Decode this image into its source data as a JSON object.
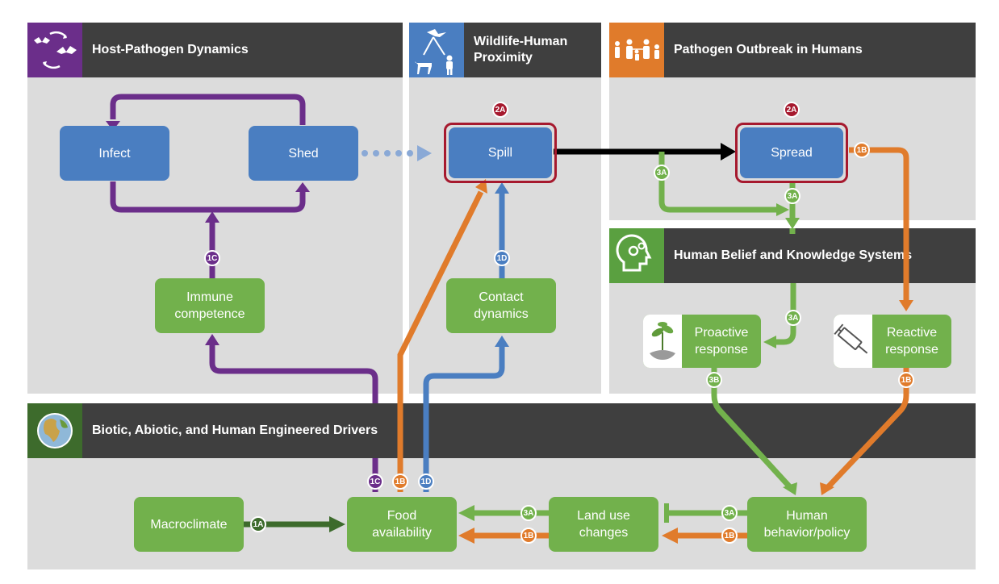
{
  "panels": {
    "host_pathogen": {
      "title": "Host-Pathogen Dynamics",
      "icon": "bat-cycle-icon",
      "icon_color": "#6b2e8a"
    },
    "wildlife_human": {
      "title": "Wildlife-Human Proximity",
      "icon": "bird-horse-human-icon",
      "icon_color": "#4a7ec1"
    },
    "outbreak": {
      "title": "Pathogen Outbreak in Humans",
      "icon": "people-group-icon",
      "icon_color": "#e07b2b"
    },
    "belief": {
      "title": "Human Belief and Knowledge Systems",
      "icon": "head-gears-icon",
      "icon_color": "#5aa040"
    },
    "drivers": {
      "title": "Biotic, Abiotic, and Human Engineered Drivers",
      "icon": "globe-icon",
      "icon_color": "#3d6b2c"
    }
  },
  "nodes": {
    "infect": "Infect",
    "shed": "Shed",
    "spill": "Spill",
    "spread": "Spread",
    "immune": "Immune competence",
    "contact": "Contact dynamics",
    "proactive": "Proactive response",
    "reactive": "Reactive response",
    "macroclimate": "Macroclimate",
    "food": "Food availability",
    "land_use": "Land use changes",
    "human_behavior": "Human behavior/policy"
  },
  "badges": {
    "b1a": "1A",
    "b1b": "1B",
    "b1c": "1C",
    "b1d": "1D",
    "b2a": "2A",
    "b3a": "3A",
    "b3b": "3B"
  },
  "colors": {
    "purple": "#6b2e8a",
    "blue": "#4a7ec1",
    "orange": "#e07b2b",
    "green": "#72b14c",
    "dark_green": "#3d6b2c",
    "red": "#a6192e",
    "black": "#000000",
    "panel_gray": "#dcdcdc",
    "header_gray": "#3f3f3f"
  }
}
